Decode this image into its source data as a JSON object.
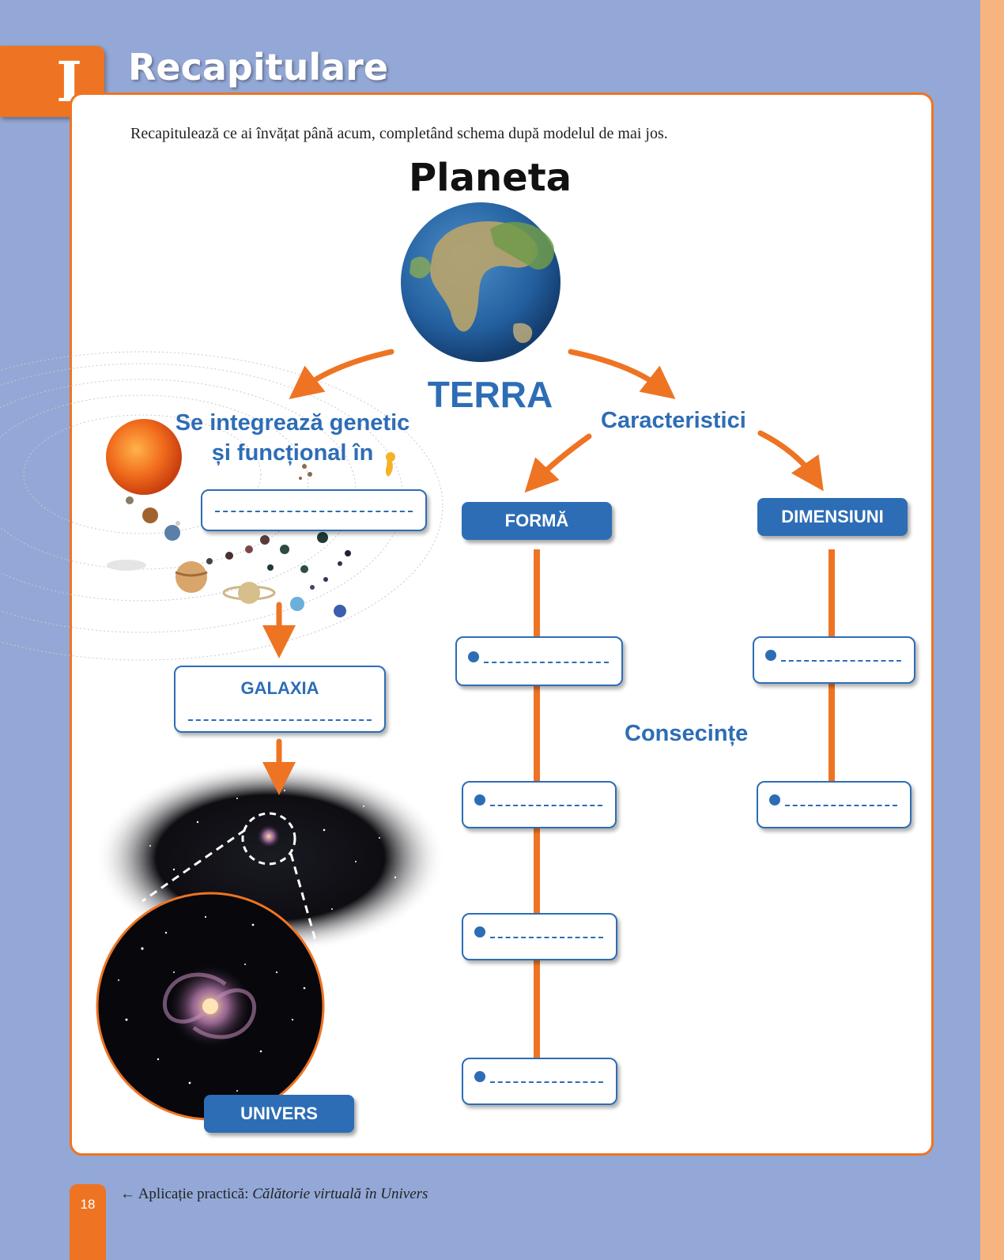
{
  "chapter": {
    "number": "I",
    "title": "Recapitulare"
  },
  "instruction": "Recapitulează ce ai învățat până acum, completând schema după modelul de mai jos.",
  "diagram": {
    "heading": "Planeta",
    "center": "TERRA",
    "left_branch": {
      "label_line1": "Se integrează genetic",
      "label_line2": "și funcțional în"
    },
    "galaxia": "GALAXIA",
    "univers": "UNIVERS",
    "right_branch": "Caracteristici",
    "forma": "FORMĂ",
    "dimensiuni": "DIMENSIUNI",
    "consecinte": "Consecințe"
  },
  "footer": {
    "page_number": "18",
    "arrow": "←",
    "link_prefix": "Aplicație practică:",
    "link_title": "Călătorie virtuală în Univers"
  },
  "colors": {
    "background": "#93a8d6",
    "accent_orange": "#ee7423",
    "accent_blue": "#2d6db5"
  }
}
